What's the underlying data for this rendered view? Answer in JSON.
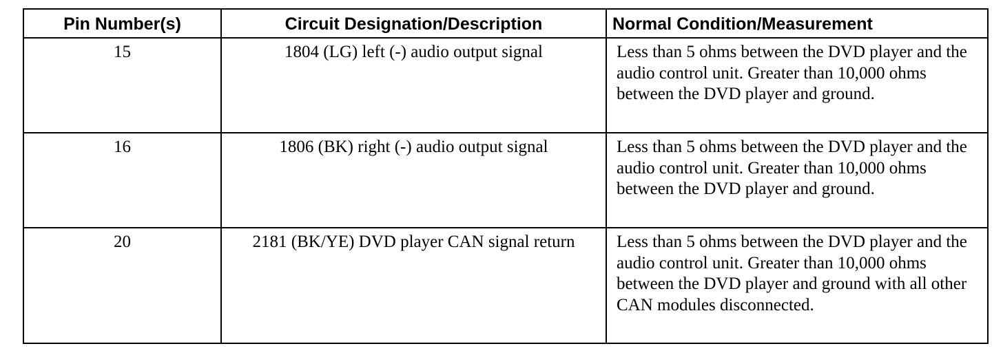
{
  "table": {
    "headers": [
      "Pin Number(s)",
      "Circuit Designation/Description",
      "Normal Condition/Measurement"
    ],
    "rows": [
      {
        "pin": "15",
        "circuit": "1804 (LG) left (-) audio output signal",
        "condition": "Less than 5 ohms between the DVD player and the audio control unit. Greater than 10,000 ohms between the DVD player and ground."
      },
      {
        "pin": "16",
        "circuit": "1806 (BK) right (-) audio output signal",
        "condition": "Less than 5 ohms between the DVD player and the audio control unit. Greater than 10,000 ohms between the DVD player and ground."
      },
      {
        "pin": "20",
        "circuit": "2181 (BK/YE) DVD player CAN signal return",
        "condition": "Less than 5 ohms between the DVD player and the audio control unit. Greater than 10,000 ohms between the DVD player and ground with all other CAN modules disconnected."
      }
    ]
  }
}
